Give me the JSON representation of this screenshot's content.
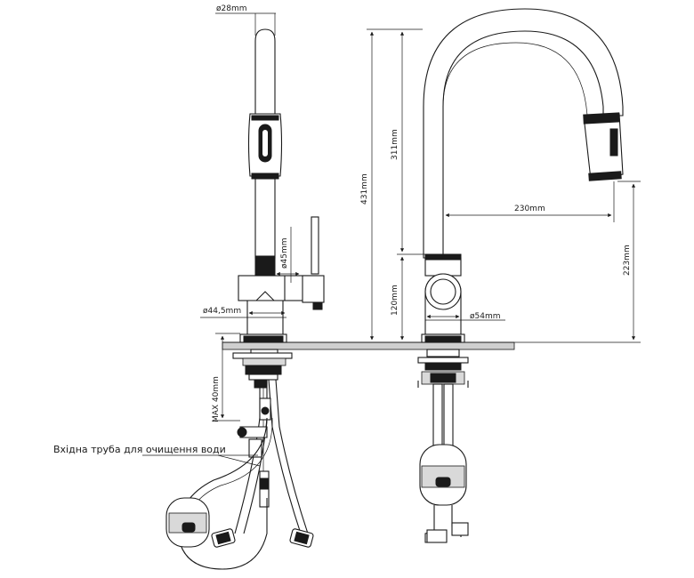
{
  "dimensions": {
    "spout_diameter": "ø28mm",
    "body_diameter": "ø45mm",
    "base_diameter_side": "ø44,5mm",
    "base_diameter_front": "ø54mm",
    "total_height": "431mm",
    "spout_height": "311mm",
    "body_height": "120mm",
    "spout_reach": "230mm",
    "clearance_height": "223mm",
    "max_deck_thickness": "MAX 40mm"
  },
  "callouts": {
    "filtered_water_inlet": "Вхідна труба для очищення води"
  }
}
